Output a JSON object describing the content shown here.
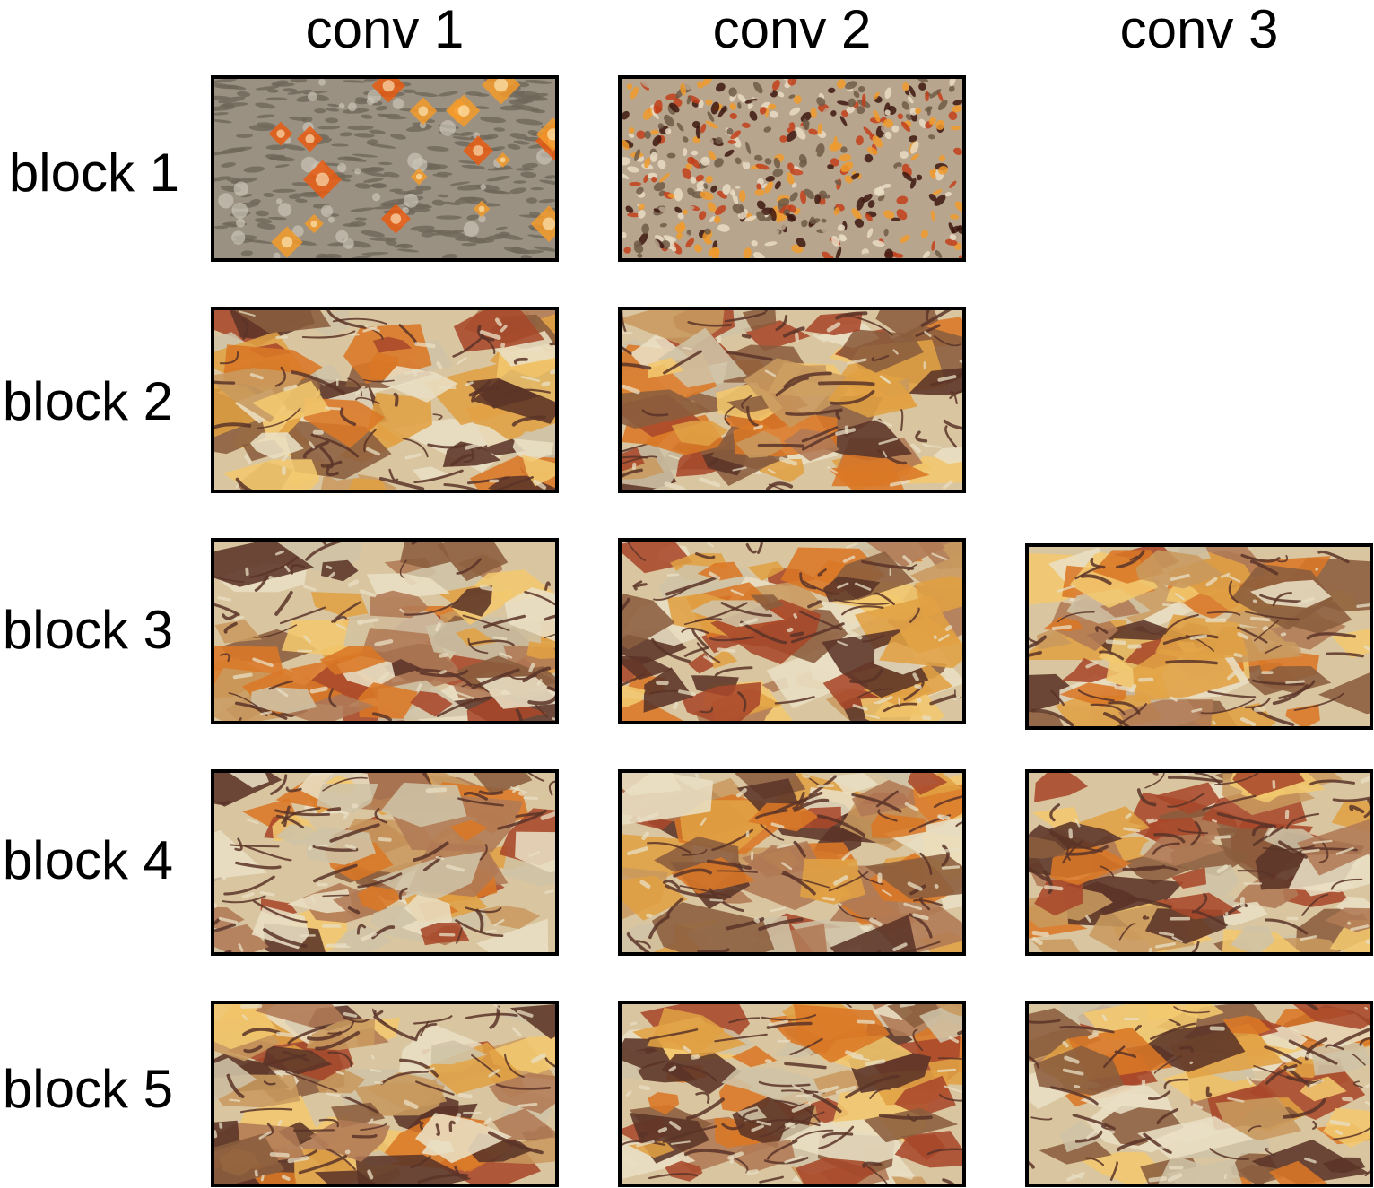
{
  "columns": [
    "conv 1",
    "conv 2",
    "conv 3"
  ],
  "rows": [
    "block 1",
    "block 2",
    "block 3",
    "block 4",
    "block 5"
  ],
  "colors": {
    "background": "#ffffff",
    "frame": "#000000",
    "block1_conv1": [
      "#9a9182",
      "#6e665a",
      "#c9c3b6",
      "#f39a2a",
      "#e85a10",
      "#fff2c8"
    ],
    "block1_conv2": [
      "#b8a58e",
      "#6f5a46",
      "#e9dcc4",
      "#f09a2c",
      "#c2401a",
      "#3d1810"
    ],
    "painted": [
      "#c89a5e",
      "#e0a043",
      "#d97825",
      "#a9482a",
      "#5b3428",
      "#e9dfc4",
      "#f3c86e",
      "#b07a55",
      "#cfc3a6",
      "#8a5d3e"
    ]
  },
  "tiles": [
    {
      "row": 1,
      "col": 1,
      "style": "block1_conv1"
    },
    {
      "row": 1,
      "col": 2,
      "style": "block1_conv2"
    },
    {
      "row": 2,
      "col": 1,
      "style": "painted"
    },
    {
      "row": 2,
      "col": 2,
      "style": "painted"
    },
    {
      "row": 3,
      "col": 1,
      "style": "painted"
    },
    {
      "row": 3,
      "col": 2,
      "style": "painted"
    },
    {
      "row": 3,
      "col": 3,
      "style": "painted"
    },
    {
      "row": 4,
      "col": 1,
      "style": "painted"
    },
    {
      "row": 4,
      "col": 2,
      "style": "painted"
    },
    {
      "row": 4,
      "col": 3,
      "style": "painted"
    },
    {
      "row": 5,
      "col": 1,
      "style": "painted"
    },
    {
      "row": 5,
      "col": 2,
      "style": "painted"
    },
    {
      "row": 5,
      "col": 3,
      "style": "painted"
    }
  ]
}
